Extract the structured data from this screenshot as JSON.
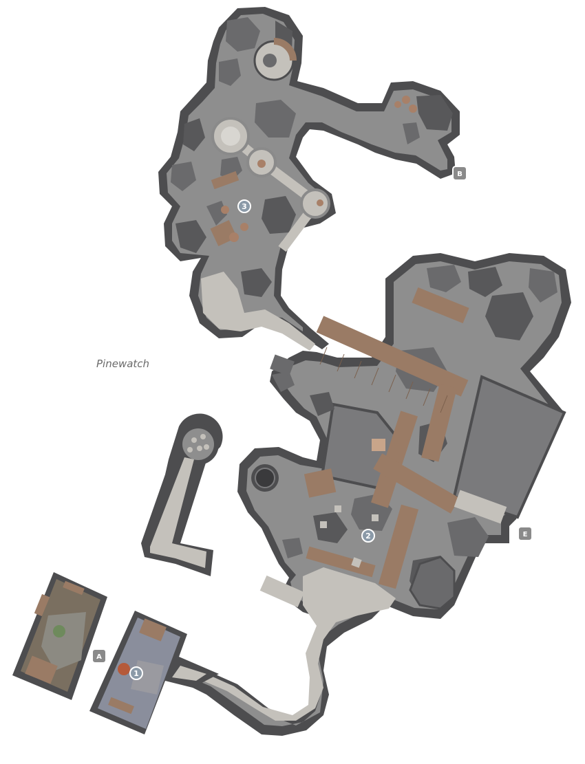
{
  "map": {
    "title": "Pinewatch",
    "colors": {
      "wall": "#4d4d4f",
      "floor": "#8e8e8e",
      "rock": "#6a6a6c",
      "rock_dark": "#58585a",
      "path": "#c4c1bb",
      "wood": "#9a7b65",
      "structure": "#7a7a7c",
      "room_a_floor": "#7a6f60",
      "room_1_floor": "#8a8e9c",
      "marker_fill": "#8b9aa8",
      "label_fill": "#8a8a8a"
    },
    "numbered_markers": [
      {
        "id": "marker-1",
        "label": "1"
      },
      {
        "id": "marker-2",
        "label": "2"
      },
      {
        "id": "marker-3",
        "label": "3"
      }
    ],
    "exit_markers": [
      {
        "id": "exit-a",
        "label": "A"
      },
      {
        "id": "exit-b",
        "label": "B"
      },
      {
        "id": "exit-e",
        "label": "E"
      }
    ]
  }
}
